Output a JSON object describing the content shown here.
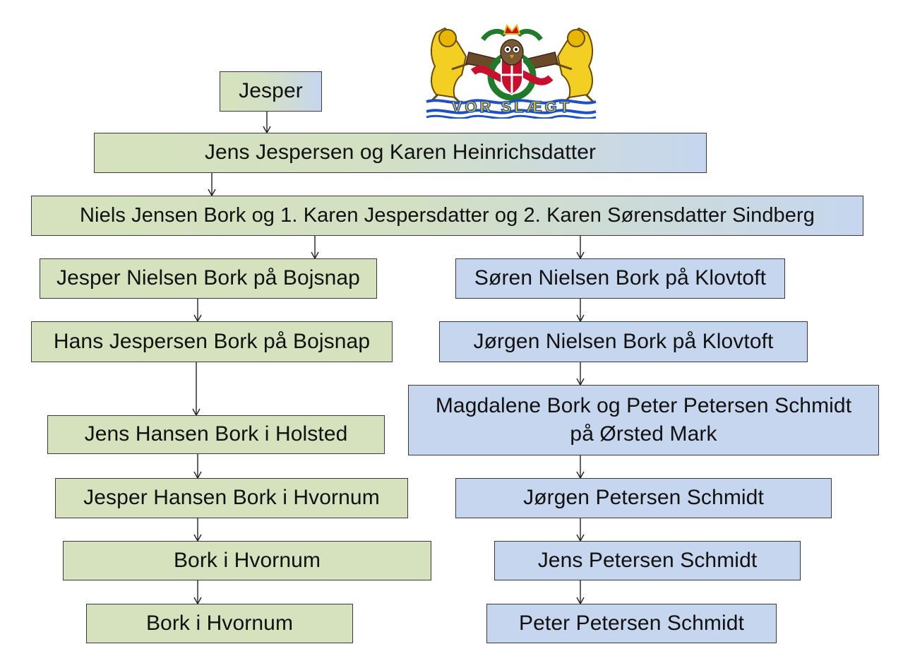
{
  "logo": {
    "banner_text": "VOR SLÆGT"
  },
  "nodes": {
    "jesper": "Jesper",
    "jens_karen": "Jens Jespersen og Karen Heinrichsdatter",
    "niels": "Niels Jensen Bork og 1. Karen Jespersdatter og 2. Karen Sørensdatter Sindberg",
    "left": [
      "Jesper Nielsen Bork på Bojsnap",
      "Hans Jespersen Bork på Bojsnap",
      "Jens Hansen Bork i Holsted",
      "Jesper Hansen Bork i Hvornum",
      "Bork i Hvornum",
      "Bork i Hvornum"
    ],
    "right": [
      "Søren Nielsen Bork på Klovtoft",
      "Jørgen Nielsen Bork på Klovtoft",
      "Magdalene Bork og Peter Petersen Schmidt",
      "på Ørsted Mark",
      "Jørgen Petersen Schmidt",
      "Jens Petersen Schmidt",
      "Peter Petersen Schmidt"
    ]
  },
  "colors": {
    "left_fill": "#d6e2bd",
    "right_fill": "#c6d6ef",
    "border": "#3a3a3a",
    "banner_text": "#ffd400",
    "banner_waves": "#1f4fc4"
  }
}
